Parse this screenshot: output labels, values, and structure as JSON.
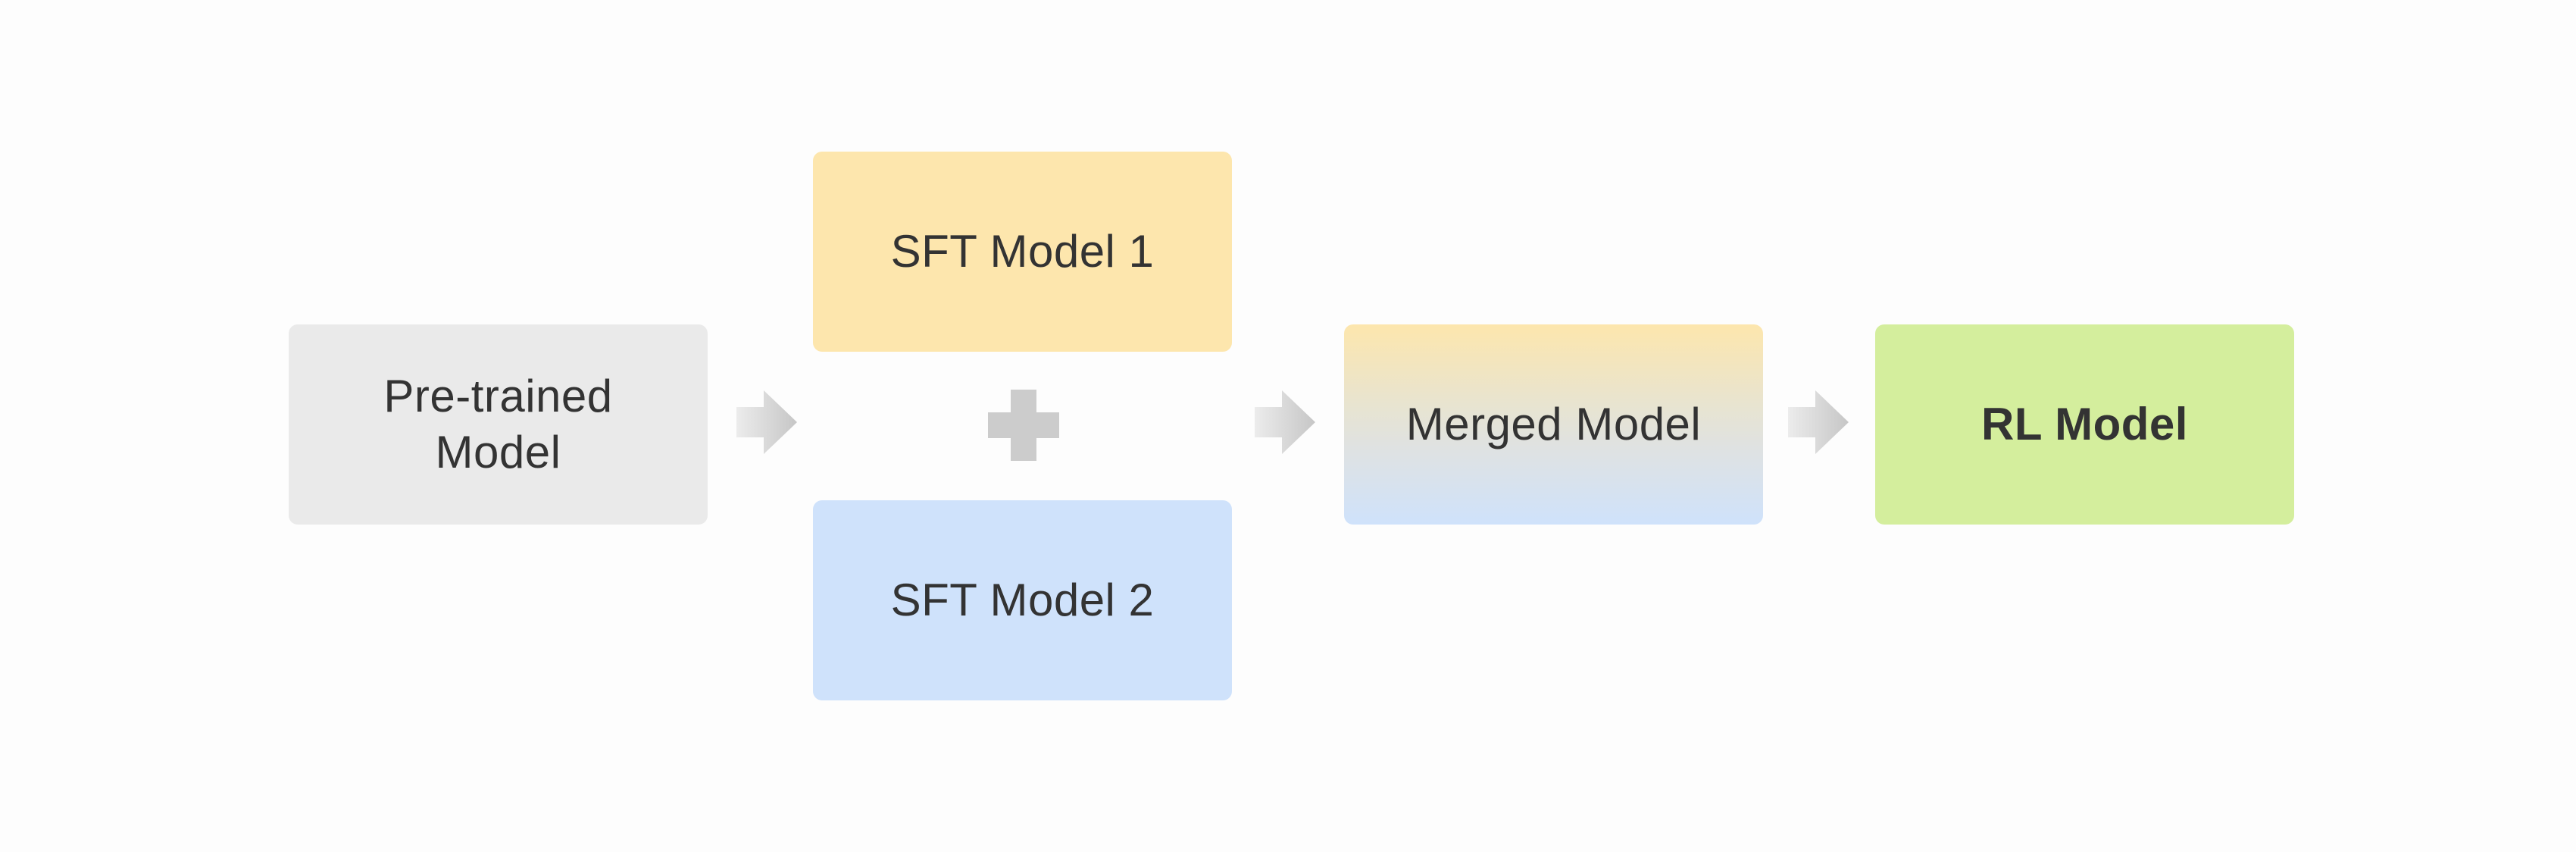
{
  "nodes": {
    "pretrained": {
      "line1": "Pre-trained",
      "line2": "Model"
    },
    "sft1": {
      "label": "SFT Model 1"
    },
    "sft2": {
      "label": "SFT Model 2"
    },
    "merged": {
      "label": "Merged Model"
    },
    "rl": {
      "label": "RL Model"
    }
  },
  "colors": {
    "pretrained": "#eaeaea",
    "sft1": "#fde6ad",
    "sft2": "#cfe2fb",
    "rl": "#d4ee9d",
    "arrow": "#c9c9c9",
    "plus": "#cccccc"
  },
  "icons": {
    "arrow": "arrow-right-icon",
    "combine": "plus-icon"
  }
}
